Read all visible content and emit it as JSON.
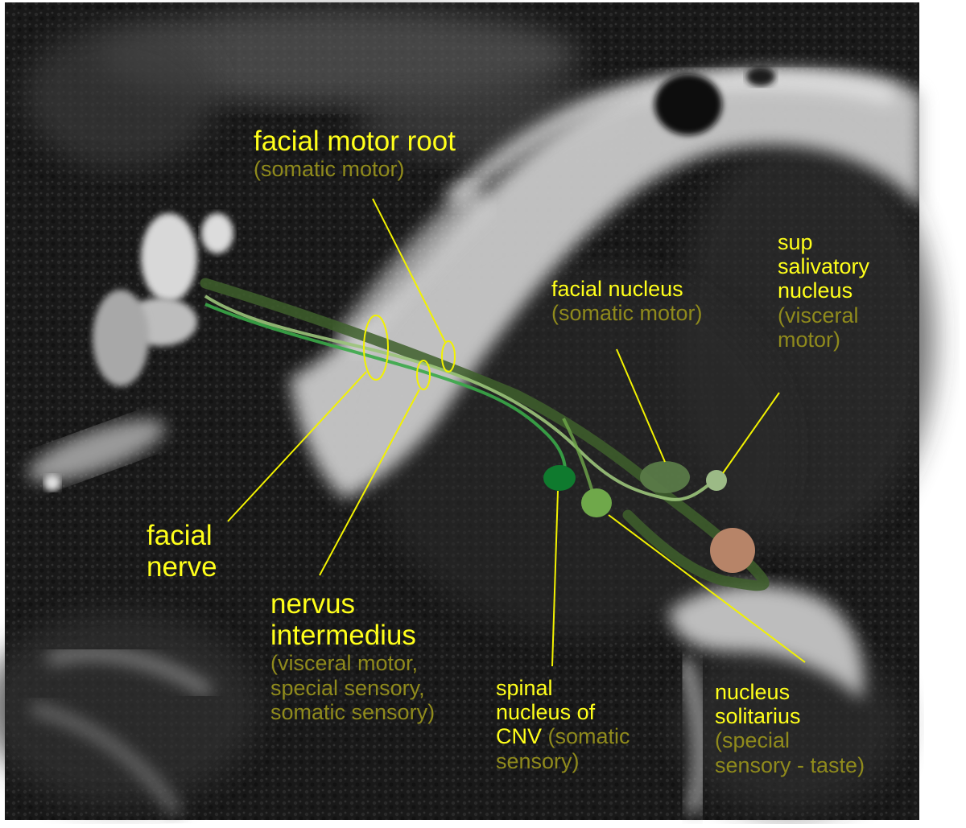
{
  "labels": {
    "facial_motor_root": {
      "title": "facial motor root",
      "sub": "(somatic motor)"
    },
    "facial_nucleus": {
      "title": "facial nucleus",
      "sub": "(somatic motor)"
    },
    "sup_salivatory": {
      "title_lines": [
        "sup",
        "salivatory",
        "nucleus"
      ],
      "sub_lines": [
        "(visceral",
        "motor)"
      ]
    },
    "facial_nerve": {
      "lines": [
        "facial",
        "nerve"
      ]
    },
    "nervus_intermedius": {
      "title_lines": [
        "nervus",
        "intermedius"
      ],
      "sub_lines": [
        "(visceral motor,",
        "special sensory,",
        "somatic sensory)"
      ]
    },
    "spinal_nucleus": {
      "title_lines": [
        "spinal",
        "nucleus of"
      ],
      "title_tail": "CNV",
      "sub_inline": " (somatic",
      "sub_line2": "sensory)"
    },
    "nucleus_solitarius": {
      "title_lines": [
        "nucleus",
        "solitarius"
      ],
      "sub_lines": [
        "(special",
        "sensory - taste)"
      ]
    }
  },
  "colors": {
    "label_yellow": "#ffff1a",
    "label_olive": "#8f8a1c",
    "leader_yellow": "#f2f200",
    "nerve_dark_green": "#3e5f2c",
    "nerve_light_green": "#9bc47a",
    "nerve_bright_green": "#3aa848",
    "spinal_nucleus_green": "#0f7a2e",
    "solitarius_green": "#6fa84a",
    "facial_nucleus_green": "#5a7a48",
    "salivatory_green": "#9cba86",
    "brown_structure": "#b78468"
  }
}
